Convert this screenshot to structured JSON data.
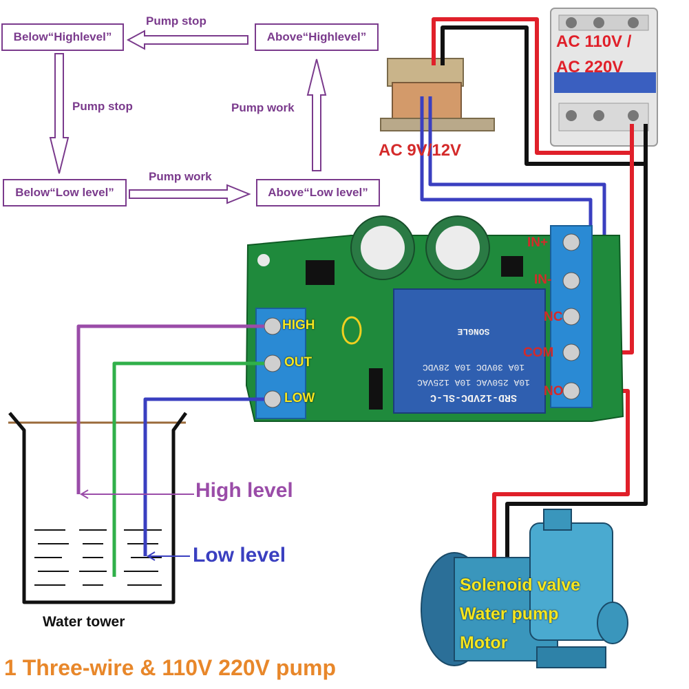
{
  "flow": {
    "box_below_high": "Below“Highlevel”",
    "box_above_high": "Above“Highlevel”",
    "box_below_low": "Below“Low level”",
    "box_above_low": "Above“Low level”",
    "label_stop_top": "Pump stop",
    "label_stop_left": "Pump stop",
    "label_work_right": "Pump work",
    "label_work_bottom": "Pump work"
  },
  "power": {
    "breaker_label_line1": "AC 110V /",
    "breaker_label_line2": "AC 220V",
    "transformer_label": "AC 9V/12V"
  },
  "board": {
    "sensor_terminals": [
      "HIGH",
      "OUT",
      "LOW"
    ],
    "relay_terminals": [
      "IN+",
      "IN-",
      "NC",
      "COM",
      "NO"
    ],
    "relay_text_lines": [
      "SRD-12VDC-SL-C",
      "10A 250VAC  10A 125VAC",
      "10A 30VDC  10A 28VDC",
      "SONGLE"
    ]
  },
  "tank": {
    "label": "Water tower",
    "high_level_label": "High level",
    "low_level_label": "Low level"
  },
  "pump": {
    "label_lines": [
      "Solenoid valve",
      "Water pump",
      "Motor"
    ]
  },
  "footer_title": "1 Three-wire & 110V 220V pump",
  "colors": {
    "flow_purple": "#7a3a8c",
    "wire_red": "#e0202a",
    "wire_black": "#111111",
    "wire_blue": "#3a3fc0",
    "wire_purple": "#9a4ca8",
    "wire_green": "#30b04a",
    "board_green": "#1f8a3c",
    "relay_blue": "#2f5fb0",
    "terminal_blue": "#2a8ad4",
    "title_orange": "#e8872a"
  }
}
